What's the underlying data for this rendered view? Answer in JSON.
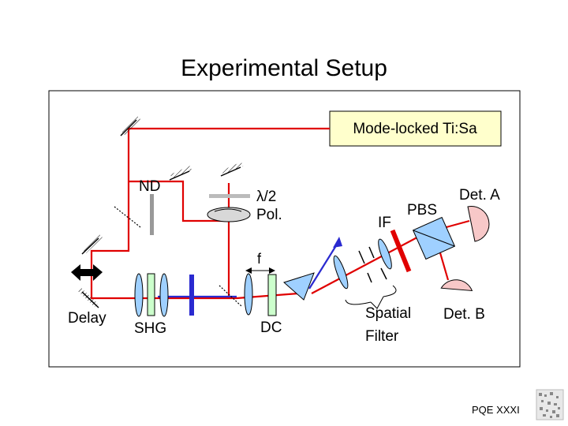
{
  "title": "Experimental Setup",
  "footer": "PQE XXXI",
  "laser_label": "Mode-locked Ti:Sa",
  "labels": {
    "nd": "ND",
    "halfwave": "λ/2",
    "pol": "Pol.",
    "f": "f",
    "delay": "Delay",
    "shg": "SHG",
    "dc": "DC",
    "if": "IF",
    "pbs": "PBS",
    "det_a": "Det. A",
    "det_b": "Det. B",
    "spatial": "Spatial",
    "filter": "Filter"
  },
  "colors": {
    "red_beam": "#e00000",
    "blue_beam": "#2a2ad0",
    "laser_box": "#ffffcc",
    "optic_blue": "#9fd0ff",
    "optic_green": "#ccffcc",
    "detector": "#f7c8c8",
    "pbs": "#9fd0ff"
  }
}
